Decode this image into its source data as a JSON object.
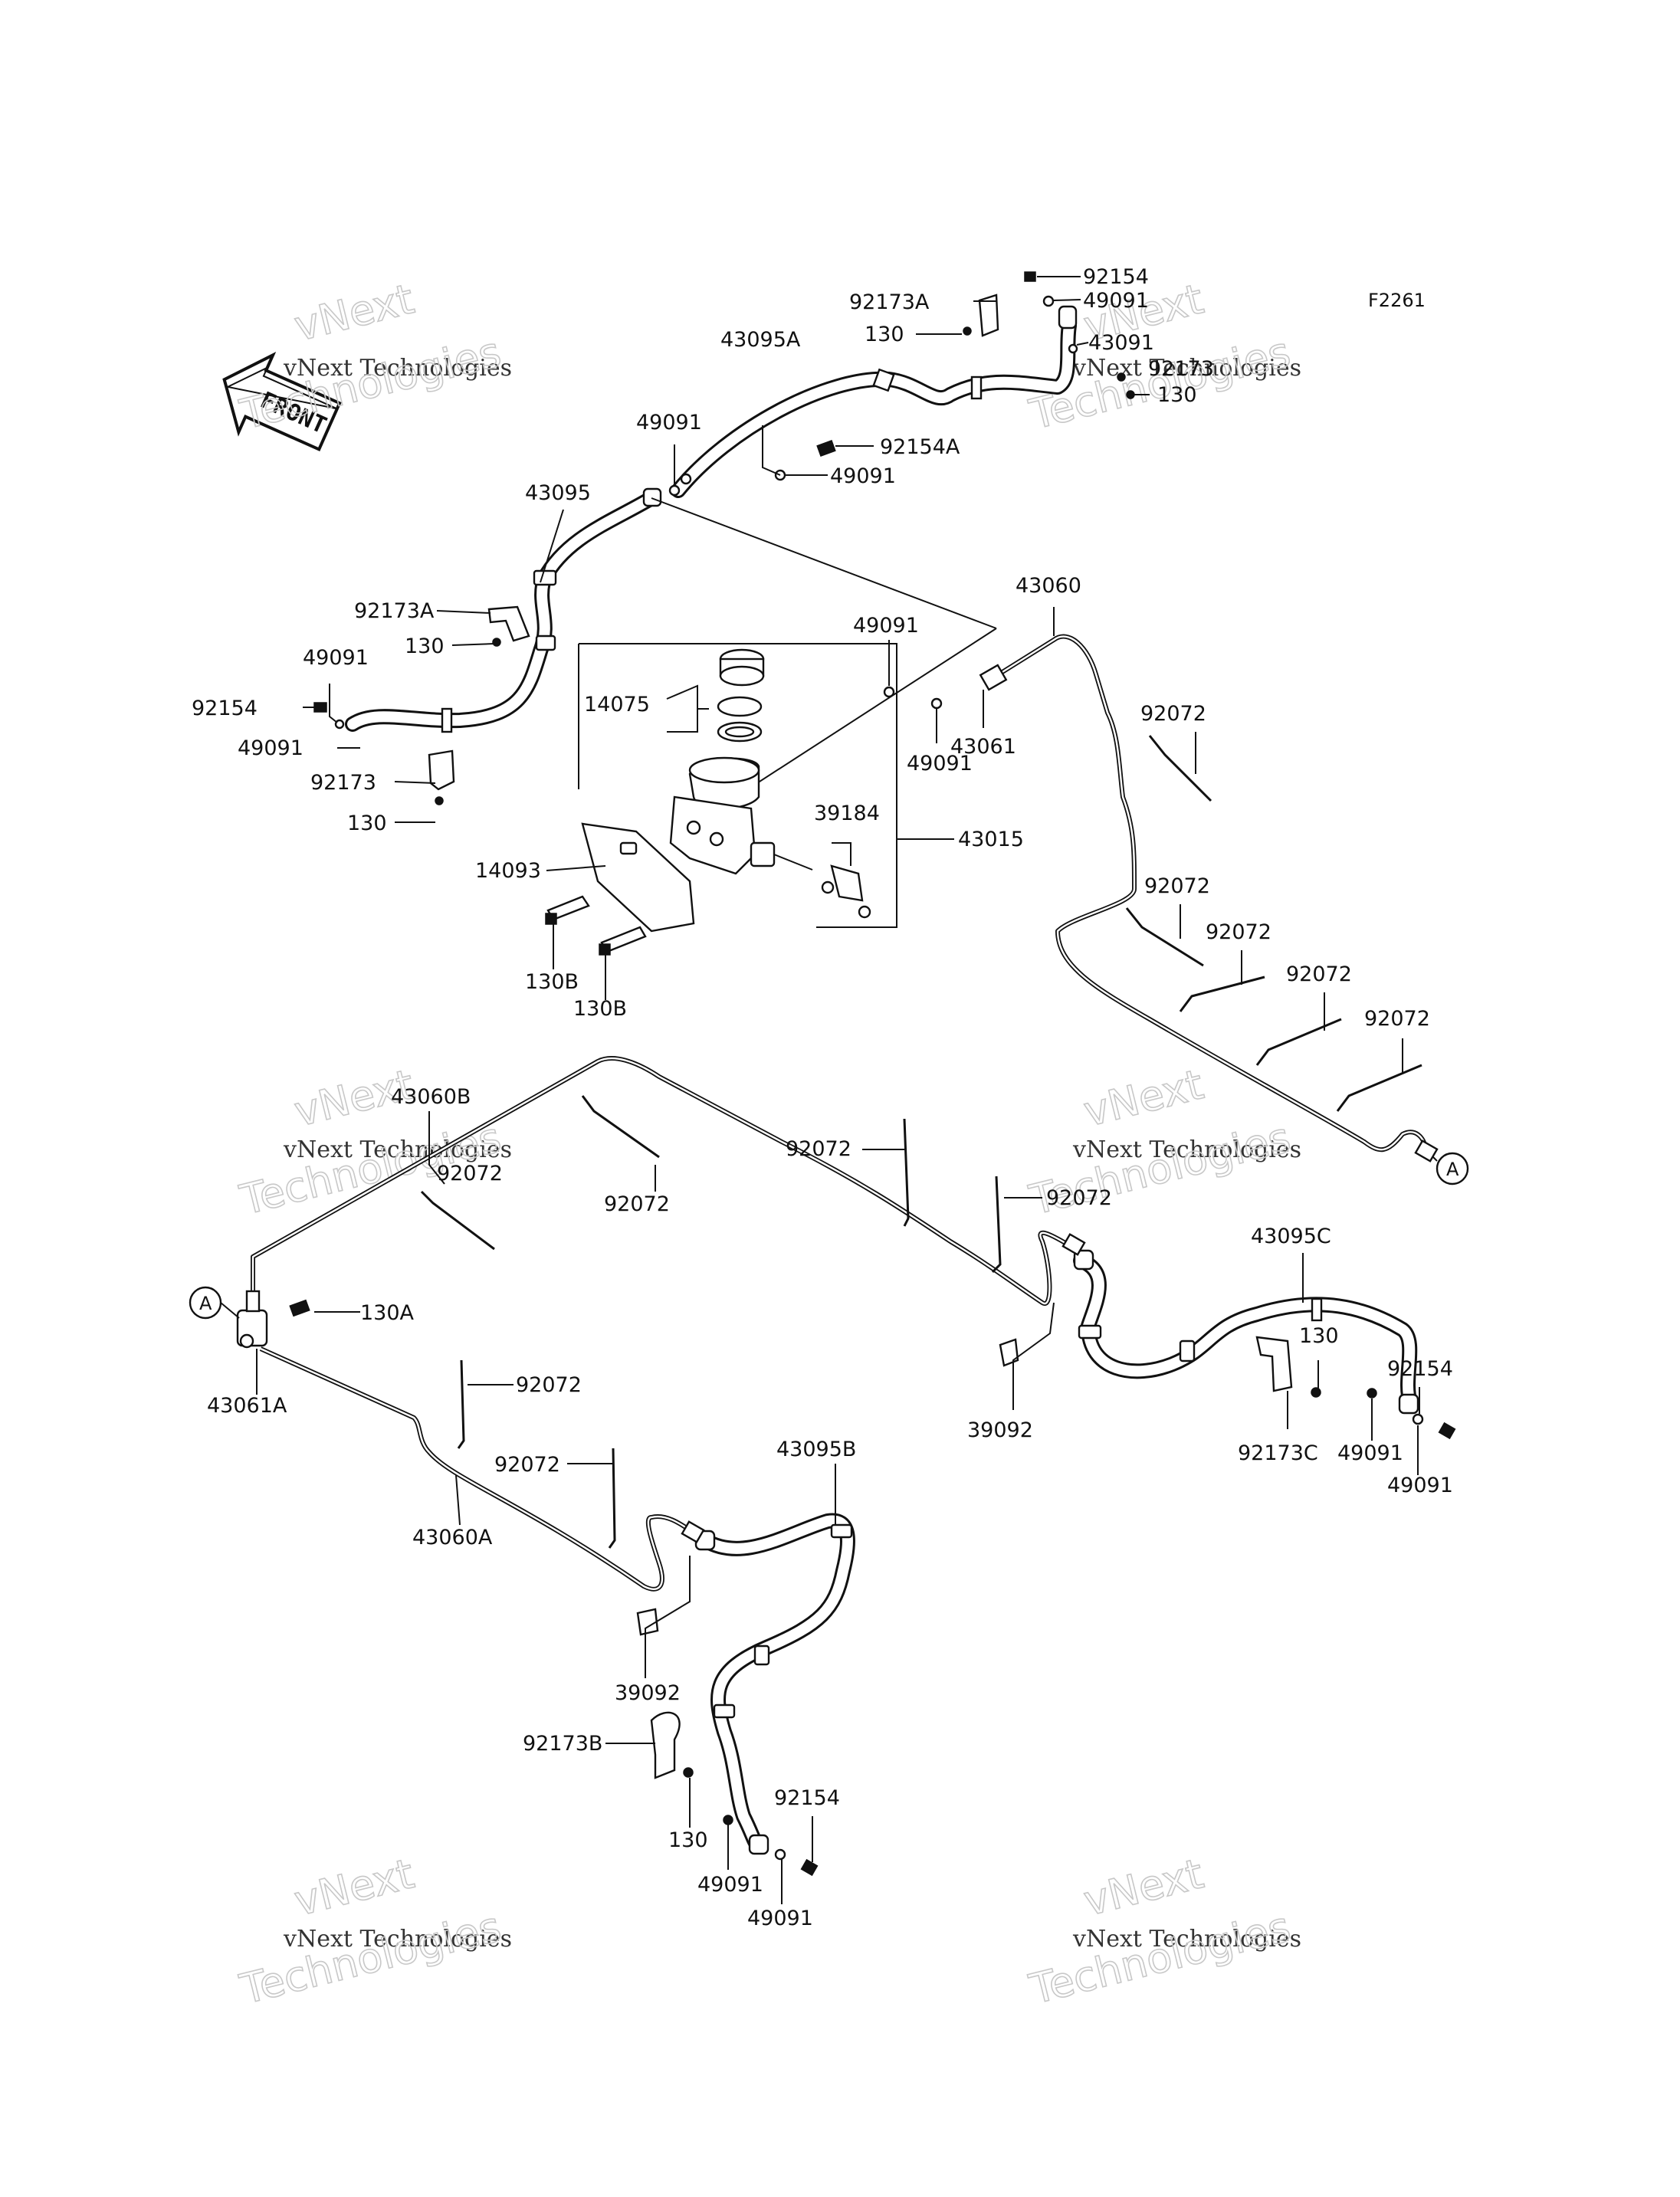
{
  "diagram_code": "F2261",
  "front_arrow": "FRONT",
  "connector_mark": "A",
  "watermark": {
    "line1": "vNext Technologies",
    "line2": "Technologies",
    "line3": "vNext"
  },
  "labels": {
    "l92154_a": "92154",
    "l49091_a": "49091",
    "l92173A_a": "92173A",
    "l130_a": "130",
    "l43091": "43091",
    "l92173_a": "92173",
    "l130_b": "130",
    "l43095A": "43095A",
    "l49091_b": "49091",
    "l92154A": "92154A",
    "l49091_c": "49091",
    "l43095": "43095",
    "l43060": "43060",
    "l92173A_b": "92173A",
    "l130_c": "130",
    "l49091_d": "49091",
    "l49091_e": "49091",
    "l14075": "14075",
    "l92154_b": "92154",
    "l49091_f": "49091",
    "l43061": "43061",
    "l49091_g": "49091",
    "l92072_a": "92072",
    "l92173_b": "92173",
    "l130_d": "130",
    "l39184": "39184",
    "l43015": "43015",
    "l14093": "14093",
    "l92072_b": "92072",
    "l92072_c": "92072",
    "l130B_a": "130B",
    "l92072_d": "92072",
    "l130B_b": "130B",
    "l92072_e": "92072",
    "l43060B": "43060B",
    "l92072_f": "92072",
    "l92072_g": "92072",
    "l92072_h": "92072",
    "l92072_i": "92072",
    "l43095C": "43095C",
    "l130A": "130A",
    "l130_e": "130",
    "l92154_c": "92154",
    "l43061A": "43061A",
    "l92072_j": "92072",
    "l39092_a": "39092",
    "l92173C": "92173C",
    "l49091_h": "49091",
    "l49091_i": "49091",
    "l92072_k": "92072",
    "l43095B": "43095B",
    "l43060A": "43060A",
    "l39092_b": "39092",
    "l92173B": "92173B",
    "l92154_d": "92154",
    "l130_f": "130",
    "l49091_j": "49091",
    "l49091_k": "49091"
  }
}
